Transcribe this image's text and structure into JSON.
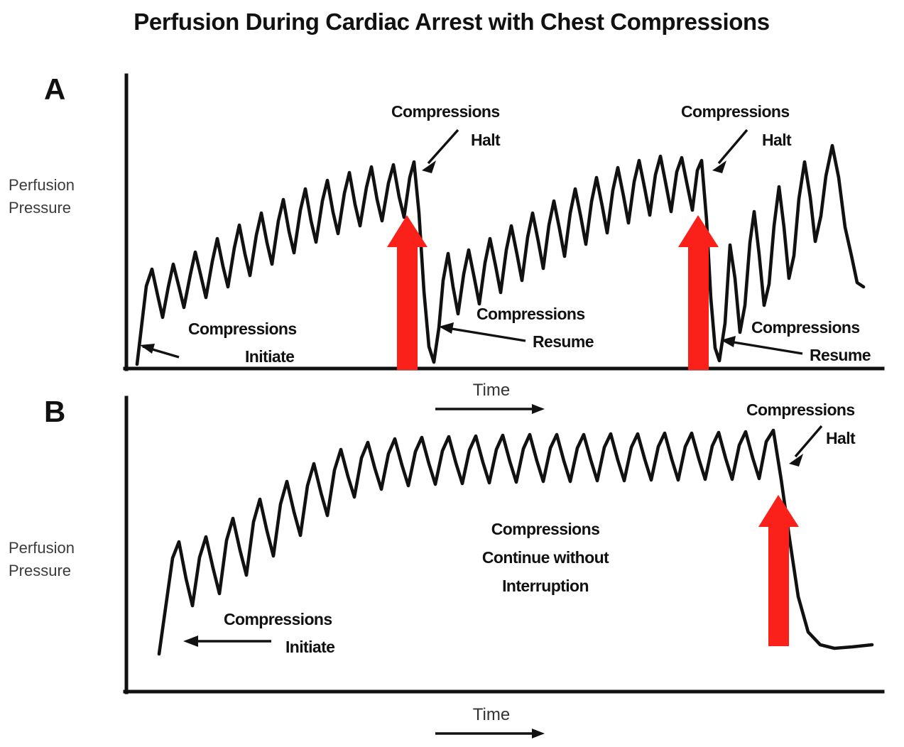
{
  "figure": {
    "title": "Perfusion During Cardiac Arrest with Chest Compressions",
    "accent_red": "#F92119",
    "ink": "#111111",
    "axis_label_color": "#3B3B3B"
  },
  "panels": [
    {
      "letter": "A",
      "y_axis_label_line1": "Perfusion",
      "y_axis_label_line2": "Pressure",
      "x_axis_label": "Time",
      "annotations": [
        {
          "name": "compressions-initiate",
          "line1": "Compressions",
          "line2": "Initiate"
        },
        {
          "name": "compressions-halt-1",
          "line1": "Compressions",
          "line2": "Halt"
        },
        {
          "name": "compressions-resume-1",
          "line1": "Compressions",
          "line2": "Resume"
        },
        {
          "name": "compressions-halt-2",
          "line1": "Compressions",
          "line2": "Halt"
        },
        {
          "name": "compressions-resume-2",
          "line1": "Compressions",
          "line2": "Resume"
        }
      ]
    },
    {
      "letter": "B",
      "y_axis_label_line1": "Perfusion",
      "y_axis_label_line2": "Pressure",
      "x_axis_label": "Time",
      "annotations": [
        {
          "name": "compressions-initiate",
          "line1": "Compressions",
          "line2": "Initiate"
        },
        {
          "name": "compressions-continue",
          "line1": "Compressions",
          "line2": "Continue without",
          "line3": "Interruption"
        },
        {
          "name": "compressions-halt",
          "line1": "Compressions",
          "line2": "Halt"
        }
      ]
    }
  ],
  "chart_data": {
    "type": "line",
    "title": "Perfusion During Cardiac Arrest with Chest Compressions",
    "xlabel": "Time",
    "ylabel": "Perfusion Pressure",
    "grid": false,
    "legend": null,
    "axes_ticks": "none",
    "description": "Two schematic waveform traces of coronary perfusion pressure during CPR. Panel A shows interrupted chest compressions: pressure ramps up during compression runs and collapses each time compressions halt, never reaching the plateau. Panel B shows uninterrupted compressions: pressure ramps up and plateaus at a high level until compressions finally halt, after which it decays to baseline.",
    "series": [
      {
        "name": "Panel A - interrupted compressions",
        "panel": "A",
        "x_range": [
          0,
          100
        ],
        "y_range": [
          0,
          100
        ],
        "segments": [
          {
            "name": "run-1",
            "event_start": "Compressions Initiate",
            "event_end": "Compressions Halt",
            "cycles": 14,
            "peak_envelope_start": 42,
            "peak_envelope_end": 80,
            "trough_envelope_start": 14,
            "trough_envelope_end": 62
          },
          {
            "name": "halt-1",
            "event": "Compressions Halt",
            "drop_to": 4
          },
          {
            "name": "run-2",
            "event_start": "Compressions Resume",
            "event_end": "Compressions Halt",
            "cycles": 14,
            "peak_envelope_start": 42,
            "peak_envelope_end": 82,
            "trough_envelope_start": 12,
            "trough_envelope_end": 62
          },
          {
            "name": "halt-2",
            "event": "Compressions Halt",
            "drop_to": 4
          },
          {
            "name": "run-3",
            "event_start": "Compressions Resume",
            "cycles": 5,
            "peak_envelope_start": 50,
            "peak_envelope_end": 92,
            "trough_envelope_start": 10,
            "trough_envelope_end": 40,
            "end_value": 36
          }
        ]
      },
      {
        "name": "Panel B - uninterrupted compressions",
        "panel": "B",
        "x_range": [
          0,
          100
        ],
        "y_range": [
          0,
          100
        ],
        "segments": [
          {
            "name": "run-continuous",
            "event_start": "Compressions Initiate",
            "event_end": "Compressions Halt",
            "cycles": 24,
            "peak_envelope_start": 46,
            "peak_envelope_plateau": 90,
            "trough_envelope_start": 18,
            "trough_envelope_plateau": 66,
            "plateau_reached_at_cycle": 9
          },
          {
            "name": "halt-decay",
            "event": "Compressions Halt",
            "decay_to": 8,
            "shape": "exponential-decay-to-flat-baseline"
          }
        ]
      }
    ]
  }
}
